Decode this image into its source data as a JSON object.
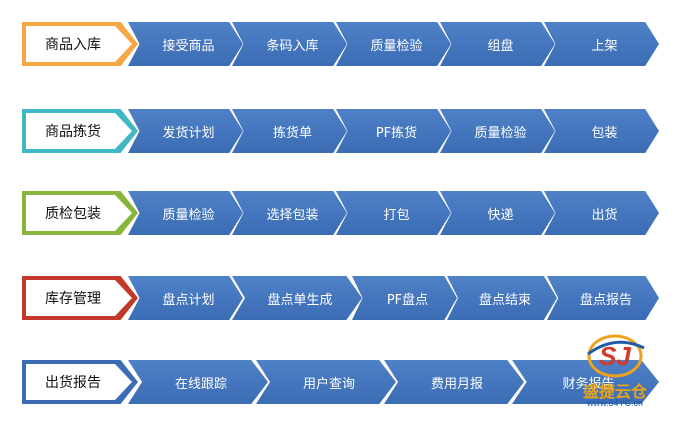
{
  "colors": {
    "row_1_accent": "#f4a742",
    "row_2_accent": "#3fb7c4",
    "row_3_accent": "#8ab53c",
    "row_4_accent": "#c0392b",
    "row_5_accent": "#3b6cb4",
    "step_fill": "#4a7cc2"
  },
  "rows": [
    {
      "title": "商品入库",
      "steps": [
        "接受商品",
        "条码入库",
        "质量检验",
        "组盘",
        "上架"
      ]
    },
    {
      "title": "商品拣货",
      "steps": [
        "发货计划",
        "拣货单",
        "PF拣货",
        "质量检验",
        "包装"
      ]
    },
    {
      "title": "质检包装",
      "steps": [
        "质量检验",
        "选择包装",
        "打包",
        "快递",
        "出货"
      ]
    },
    {
      "title": "库存管理",
      "steps": [
        "盘点计划",
        "盘点单生成",
        "PF盘点",
        "盘点结束",
        "盘点报告"
      ]
    },
    {
      "title": "出货报告",
      "steps": [
        "在线跟踪",
        "用户查询",
        "费用月报",
        "财务报告"
      ]
    }
  ],
  "watermark": {
    "mark": "SJ",
    "name": "盛捷云仓",
    "url": "www.34YC.cn"
  }
}
